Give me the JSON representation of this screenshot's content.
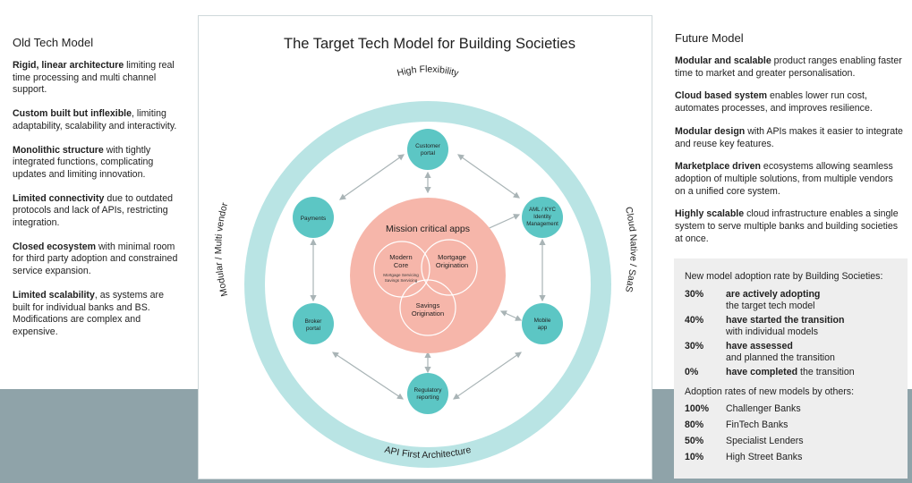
{
  "left": {
    "heading": "Old Tech Model",
    "items": [
      {
        "bold": "Rigid, linear architecture",
        "text": " limiting real time processing and multi channel support."
      },
      {
        "bold": "Custom built but inflexible",
        "text": ", limiting adaptability, scalability and interactivity."
      },
      {
        "bold": "Monolithic structure",
        "text": " with tightly integrated functions, complicating updates and limiting innovation."
      },
      {
        "bold": "Limited connectivity",
        "text": " due to outdated protocols and lack of APIs, restricting integration."
      },
      {
        "bold": "Closed ecosystem",
        "text": " with minimal room for third party adoption and constrained service expansion."
      },
      {
        "bold": "Limited scalability",
        "text": ", as systems are built for individual banks and BS. Modifications are complex and expensive."
      }
    ]
  },
  "center": {
    "title": "The Target Tech Model for Building Societies",
    "ring_top": "High Flexibility",
    "ring_left": "Modular / Multi vendor",
    "ring_right": "Cloud Native / SaaS",
    "ring_bottom": "API First Architecture",
    "core_title": "Mission critical apps",
    "core_modern_1": "Modern",
    "core_modern_2": "Core",
    "core_modern_sub_1": "Mortgage Servicing",
    "core_modern_sub_2": "Savings Servicing",
    "core_mortgage_1": "Mortgage",
    "core_mortgage_2": "Origination",
    "core_savings_1": "Savings",
    "core_savings_2": "Origination",
    "node_customer_1": "Customer",
    "node_customer_2": "portal",
    "node_payments": "Payments",
    "node_aml_1": "AML / KYC",
    "node_aml_2": "Identity",
    "node_aml_3": "Management",
    "node_broker_1": "Broker",
    "node_broker_2": "portal",
    "node_mobile_1": "Mobile",
    "node_mobile_2": "app",
    "node_regulatory_1": "Regulatory",
    "node_regulatory_2": "reporting"
  },
  "right": {
    "heading": "Future Model",
    "items": [
      {
        "bold": "Modular and scalable",
        "text": " product ranges enabling faster time to market and greater personalisation."
      },
      {
        "bold": "Cloud based system",
        "text": " enables lower run cost, automates processes, and improves resilience."
      },
      {
        "bold": "Modular design",
        "text": " with APIs makes it easier to integrate and reuse key features."
      },
      {
        "bold": "Marketplace driven",
        "text": " ecosystems allowing seamless adoption of multiple solutions, from multiple vendors on a unified core system."
      },
      {
        "bold": "Highly scalable",
        "text": " cloud infrastructure enables a single system to serve multiple banks and building societies at once."
      }
    ]
  },
  "stats": {
    "heading": "New model adoption rate by Building Societies:",
    "rows": [
      {
        "pct": "30%",
        "bold": "are actively adopting",
        "rest": "",
        "line2": "the target tech model"
      },
      {
        "pct": "40%",
        "bold": "have started the transition",
        "rest": "",
        "line2": "with individual models"
      },
      {
        "pct": "30%",
        "bold": "have assessed",
        "rest": "",
        "line2": "and planned the transition"
      },
      {
        "pct": "0%",
        "bold": "have completed",
        "rest": " the transition",
        "line2": ""
      }
    ],
    "others_heading": "Adoption rates of new models by others:",
    "others": [
      {
        "pct": "100%",
        "label": "Challenger Banks"
      },
      {
        "pct": "80%",
        "label": "FinTech Banks"
      },
      {
        "pct": "50%",
        "label": "Specialist Lenders"
      },
      {
        "pct": "10%",
        "label": "High Street Banks"
      }
    ]
  },
  "colors": {
    "ring": "#b9e4e4",
    "node": "#5cc6c4",
    "core": "#f6b6aa",
    "band": "#8fa3a9",
    "stats_bg": "#eeeeee"
  }
}
